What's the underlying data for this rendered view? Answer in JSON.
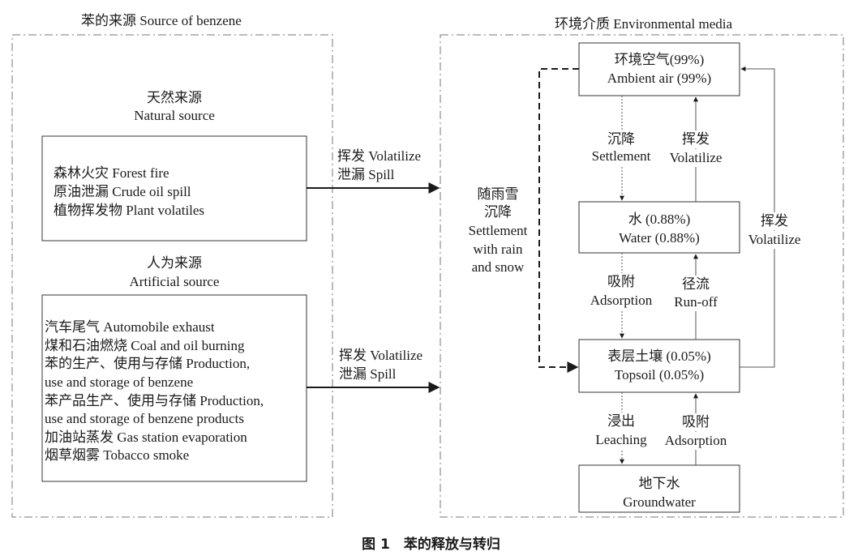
{
  "left_panel": {
    "title": "苯的来源 Source of benzene",
    "natural": {
      "title_cn": "天然来源",
      "title_en": "Natural source",
      "items": [
        "森林火灾 Forest fire",
        "原油泄漏 Crude oil spill",
        "植物挥发物 Plant volatiles"
      ]
    },
    "artificial": {
      "title_cn": "人为来源",
      "title_en": "Artificial source",
      "items": [
        "汽车尾气 Automobile exhaust",
        "煤和石油燃烧 Coal and oil burning",
        "苯的生产、使用与存储 Production,",
        "use and storage of benzene",
        "苯产品生产、使用与存储 Production,",
        "use and storage of benzene products",
        "加油站蒸发 Gas station evaporation",
        "烟草烟雾 Tobacco smoke"
      ]
    }
  },
  "flows": {
    "natural": [
      "挥发 Volatilize",
      "泄漏 Spill"
    ],
    "artificial": [
      "挥发 Volatilize",
      "泄漏 Spill"
    ]
  },
  "right_panel": {
    "title": "环境介质 Environmental media",
    "nodes": {
      "air": [
        "环境空气(99%)",
        "Ambient air (99%)"
      ],
      "water": [
        "水 (0.88%)",
        "Water (0.88%)"
      ],
      "topsoil": [
        "表层土壤 (0.05%)",
        "Topsoil (0.05%)"
      ],
      "groundwater": [
        "地下水",
        "Groundwater"
      ]
    },
    "edges": {
      "settlement": [
        "沉降",
        "Settlement"
      ],
      "volatilize_water": [
        "挥发",
        "Volatilize"
      ],
      "adsorption_down": [
        "吸附",
        "Adsorption"
      ],
      "runoff": [
        "径流",
        "Run-off"
      ],
      "leaching": [
        "浸出",
        "Leaching"
      ],
      "adsorption_up": [
        "吸附",
        "Adsorption"
      ],
      "settlement_rain": [
        "随雨雪",
        "沉降",
        "Settlement",
        "with rain",
        "and snow"
      ],
      "volatilize_soil": [
        "挥发",
        "Volatilize"
      ]
    }
  },
  "caption": "图 1　苯的释放与转归"
}
